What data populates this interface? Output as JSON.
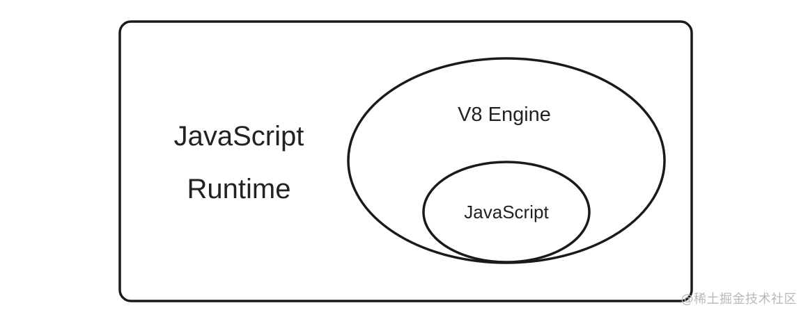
{
  "runtime": {
    "line1": "JavaScript",
    "line2": "Runtime"
  },
  "engine": {
    "label": "V8 Engine"
  },
  "language": {
    "label": "JavaScript"
  },
  "watermark": {
    "text": "@稀土掘金技术社区"
  },
  "colors": {
    "stroke": "#1a1a1a",
    "text": "#222222",
    "watermark": "#b8b8b8",
    "background": "#ffffff"
  }
}
